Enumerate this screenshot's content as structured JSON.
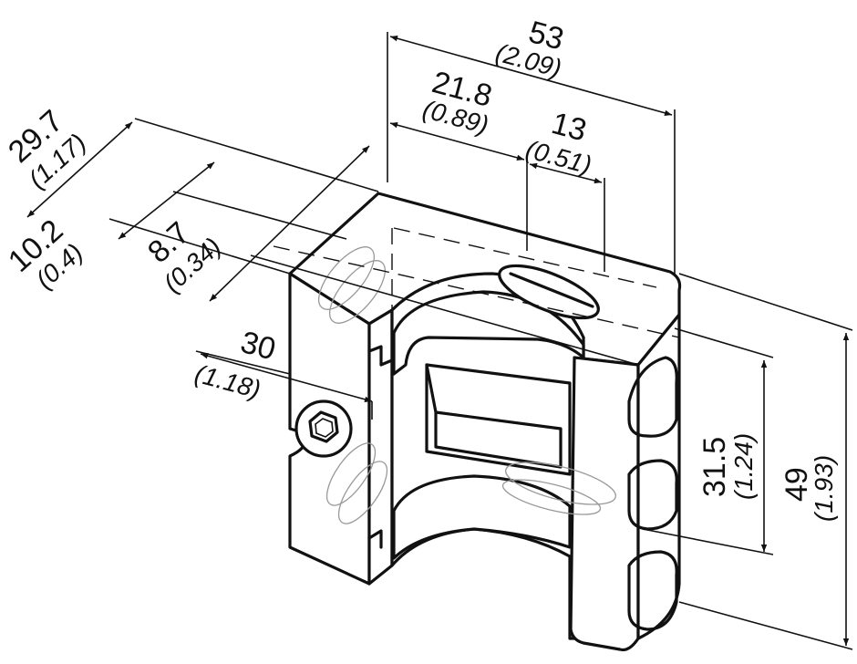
{
  "drawing": {
    "dimensions": [
      {
        "id": "overall-width",
        "mm": "53",
        "inch": "(2.09)"
      },
      {
        "id": "slot-offset",
        "mm": "21.8",
        "inch": "(0.89)"
      },
      {
        "id": "slot-width",
        "mm": "13",
        "inch": "(0.51)"
      },
      {
        "id": "overall-depth",
        "mm": "29.7",
        "inch": "(1.17)"
      },
      {
        "id": "edge-offset",
        "mm": "10.2",
        "inch": "(0.4)"
      },
      {
        "id": "slot-depth",
        "mm": "8.7",
        "inch": "(0.34)"
      },
      {
        "id": "clamp-depth",
        "mm": "30",
        "inch": "(1.18)"
      },
      {
        "id": "slot-spacing",
        "mm": "31.5",
        "inch": "(1.24)"
      },
      {
        "id": "overall-height",
        "mm": "49",
        "inch": "(1.93)"
      }
    ]
  }
}
